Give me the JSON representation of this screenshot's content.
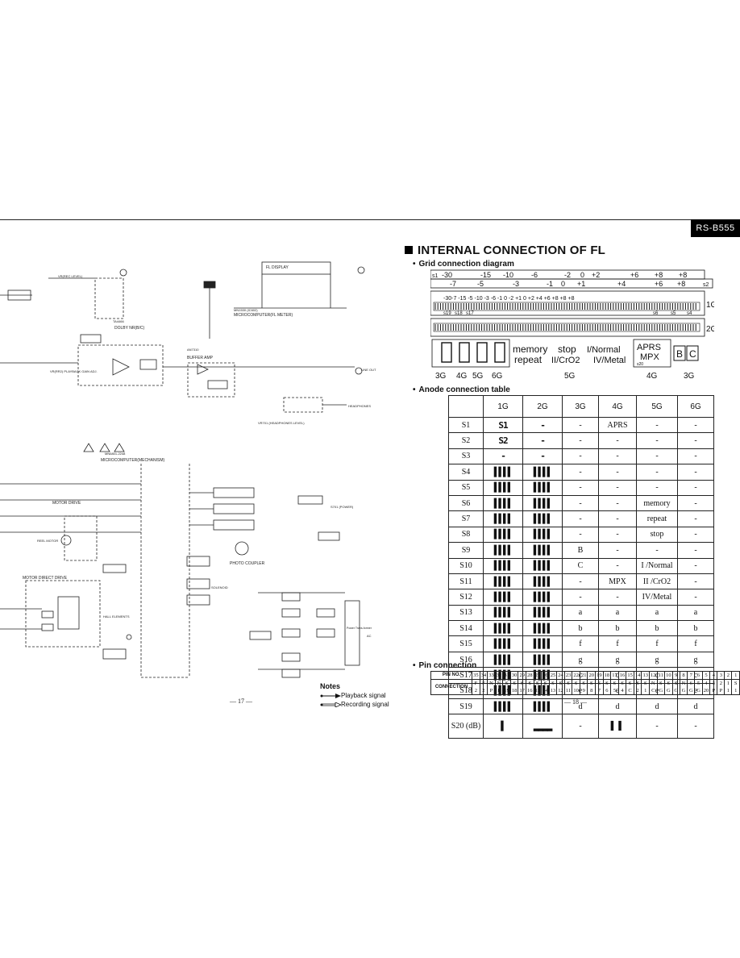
{
  "model": "RS-B555",
  "section_title": "INTERNAL CONNECTION OF FL",
  "grid_title": "Grid connection diagram",
  "anode_title": "Anode connection table",
  "pin_title": "Pin connection",
  "grid_labels": {
    "row1_right": "1G",
    "row2_right": "2G",
    "bottom": [
      "3G",
      "4G",
      "5G",
      "6G",
      "5G",
      "4G",
      "3G"
    ],
    "top_scale1": [
      "s1",
      "-30",
      "-15",
      "-10",
      "-6",
      "-2",
      "0",
      "+2",
      "+6",
      "+8",
      "+8"
    ],
    "top_scale2": [
      "-7",
      "-5",
      "-3",
      "-1",
      "0",
      "+1",
      "+4",
      "+6",
      "+8",
      "s2"
    ],
    "scale_main": "-30-7 -15 -5 -10 -3 -6 -1 0 -2 +1 0 +2 +4 +6 +8 +8 +8",
    "seg_row": [
      "s19",
      "s18",
      "s17",
      "s6",
      "s5",
      "s4"
    ],
    "display_text": [
      "memory",
      "stop",
      "I/Normal",
      "repeat",
      "II/CrO2",
      "IV/Metal",
      "APRS",
      "MPX",
      "B",
      "C",
      "s20"
    ]
  },
  "anode_table": {
    "headers": [
      "",
      "1G",
      "2G",
      "3G",
      "4G",
      "5G",
      "6G"
    ],
    "rows": [
      [
        "S1",
        "S1",
        "-",
        "-",
        "APRS",
        "-",
        "-"
      ],
      [
        "S2",
        "S2",
        "-",
        "-",
        "-",
        "-",
        "-"
      ],
      [
        "S3",
        "-",
        "-",
        "-",
        "-",
        "-",
        "-"
      ],
      [
        "S4",
        "▌▌▌▌",
        "▌▌▌▌",
        "-",
        "-",
        "-",
        "-"
      ],
      [
        "S5",
        "▌▌▌▌",
        "▌▌▌▌",
        "-",
        "-",
        "-",
        "-"
      ],
      [
        "S6",
        "▌▌▌▌",
        "▌▌▌▌",
        "-",
        "-",
        "memory",
        "-"
      ],
      [
        "S7",
        "▌▌▌▌",
        "▌▌▌▌",
        "-",
        "-",
        "repeat",
        "-"
      ],
      [
        "S8",
        "▌▌▌▌",
        "▌▌▌▌",
        "-",
        "-",
        "stop",
        "-"
      ],
      [
        "S9",
        "▌▌▌▌",
        "▌▌▌▌",
        "B",
        "-",
        "-",
        "-"
      ],
      [
        "S10",
        "▌▌▌▌",
        "▌▌▌▌",
        "C",
        "-",
        "I /Normal",
        "-"
      ],
      [
        "S11",
        "▌▌▌▌",
        "▌▌▌▌",
        "-",
        "MPX",
        "II /CrO2",
        "-"
      ],
      [
        "S12",
        "▌▌▌▌",
        "▌▌▌▌",
        "-",
        "-",
        "IV/Metal",
        "-"
      ],
      [
        "S13",
        "▌▌▌▌",
        "▌▌▌▌",
        "a",
        "a",
        "a",
        "a"
      ],
      [
        "S14",
        "▌▌▌▌",
        "▌▌▌▌",
        "b",
        "b",
        "b",
        "b"
      ],
      [
        "S15",
        "▌▌▌▌",
        "▌▌▌▌",
        "f",
        "f",
        "f",
        "f"
      ],
      [
        "S16",
        "▌▌▌▌",
        "▌▌▌▌",
        "g",
        "g",
        "g",
        "g"
      ],
      [
        "S17",
        "▌▌▌▌",
        "▌▌▌▌",
        "c",
        "c",
        "c",
        "c"
      ],
      [
        "S18",
        "▌▌▌▌",
        "▌▌▌▌",
        "e",
        "e",
        "e",
        "e"
      ],
      [
        "S19",
        "▌▌▌▌",
        "▌▌▌▌",
        "d",
        "d",
        "d",
        "d"
      ],
      [
        "S20 (dB)",
        "▌",
        "▂▂▂▂",
        "-",
        "▌ ▌",
        "-",
        "-"
      ]
    ]
  },
  "pin_table": {
    "row1_label": "PIN NO.",
    "row2_label": "CONNECTION",
    "pins": [
      "35",
      "34",
      "33",
      "32",
      "31",
      "30",
      "29",
      "28",
      "27",
      "26",
      "25",
      "24",
      "23",
      "22",
      "21",
      "20",
      "19",
      "18",
      "17",
      "16",
      "15",
      "14",
      "13",
      "12",
      "11",
      "10",
      "9",
      "8",
      "7",
      "6",
      "5",
      "4",
      "3",
      "2",
      "1"
    ],
    "conn_top": [
      "F",
      "F",
      "N",
      "N",
      "S",
      "S",
      "S",
      "S",
      "S",
      "S",
      "S",
      "S",
      "S",
      "S",
      "S",
      "S",
      "S",
      "S",
      "S",
      "S",
      "S",
      "S",
      "S",
      "N",
      "S",
      "S",
      "S",
      "N",
      "6",
      "5",
      "4",
      "3",
      "2",
      "1",
      "S",
      "N",
      "N",
      "F",
      "F"
    ],
    "conn_bot": [
      "2",
      "2",
      "P",
      "P",
      "19",
      "18",
      "17",
      "16",
      "15",
      "14",
      "13",
      "12",
      "11",
      "10",
      "9",
      "8",
      "7",
      "6",
      "5",
      "4",
      "C",
      "2",
      "1",
      "C",
      "G",
      "G",
      "G",
      "G",
      "G",
      "G",
      "20",
      "P",
      "P",
      "1",
      "1"
    ]
  },
  "schematic_labels": {
    "fl_display": "FL DISPLAY",
    "ic_fl": "MICROCOMPUTER(FL METER)",
    "ic_fl_part": "MN1530 (IC602)",
    "dolby": "DOLBY NR(B/C)",
    "dolby_part": "TA4466",
    "buffer_amp": "BUFFER AMP",
    "buffer_part": "AN7310",
    "mech_ic": "MICROCOMPUTER(MECHANISM)",
    "mech_part": "MN6801-2248",
    "motor_drive": "MOTOR DRIVE",
    "motor_direct": "MOTOR DIRECT DRIVE",
    "photo_coupler": "PHOTO COUPLER",
    "headphones": "HEADPHONES",
    "line_out": "LINE OUT",
    "reel_motor": "REEL MOTOR",
    "vr_rec": "VR(REC LEVEL)",
    "vr_playback": "VR(RR2) PLAYBACK GAIN ADJ.",
    "headphones_level": "VR701 (HEADPHONES LEVEL)",
    "solenoid": "SOLENOID",
    "hall": "HALL ELEMENTS",
    "power_trans": "Power Trans-former",
    "power": "S701 (POWER)",
    "ac": "AC",
    "page_left": "— 17 —",
    "page_right": "— 18 —"
  },
  "notes": {
    "title": "Notes",
    "playback": "Playback signal",
    "recording": "Recording signal"
  }
}
